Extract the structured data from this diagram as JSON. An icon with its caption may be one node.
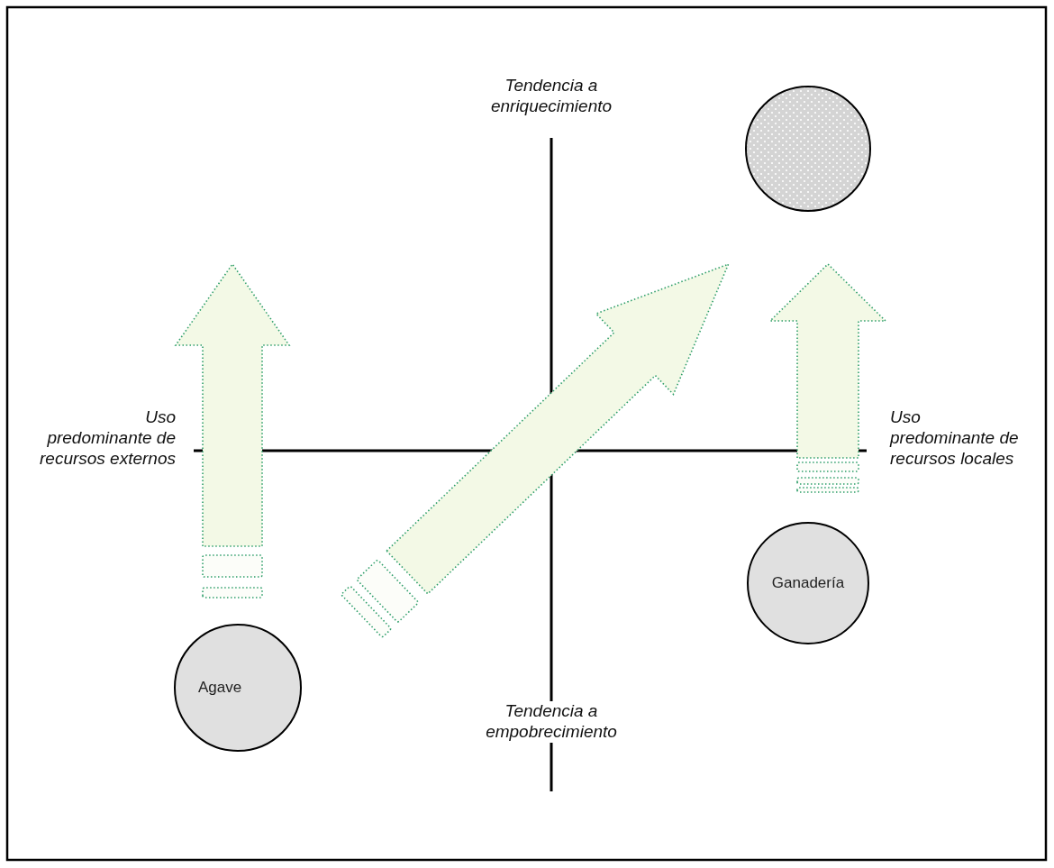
{
  "diagram": {
    "nodes": [
      {
        "text": [],
        "shape": "circle"
      },
      {
        "text": [
          "Ganadería"
        ]
      },
      {
        "text": [
          "Agave"
        ]
      }
    ],
    "labels": [
      "Tendencia a enriquecimiento",
      "Uso predominante de recursos externos",
      "Uso predominante de recursos locales",
      "Tendencia a empobrecimiento"
    ]
  }
}
